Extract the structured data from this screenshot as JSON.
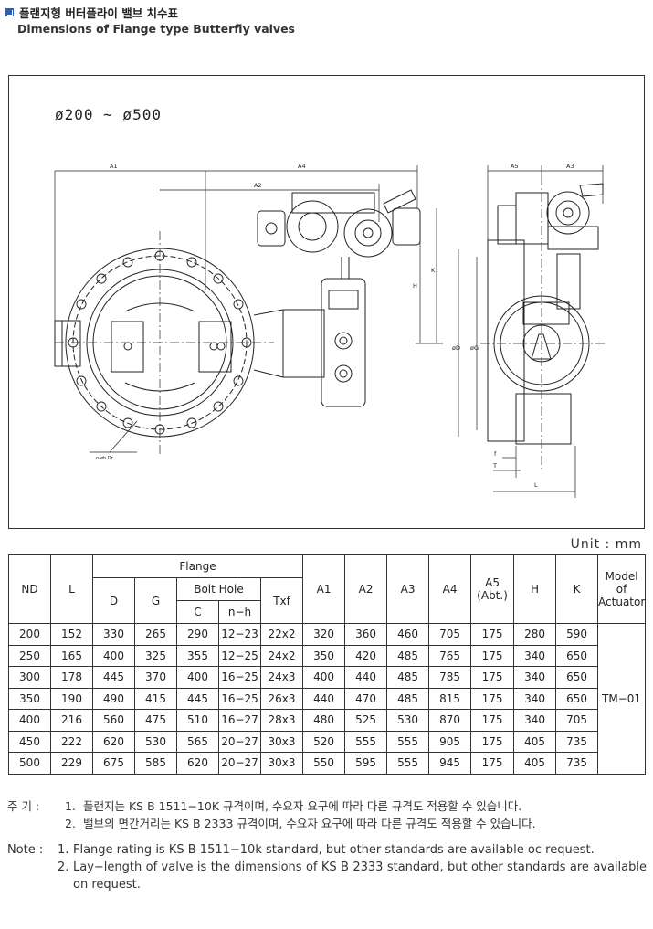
{
  "header": {
    "title_ko": "플랜지형 버터플라이 밸브 치수표",
    "title_en": "Dimensions of Flange type Butterfly valves"
  },
  "drawing": {
    "range_label": "ø200 ~ ø500",
    "dim_labels": {
      "a1": "A1",
      "a2": "A2",
      "a4": "A4",
      "a5": "A5",
      "a3": "A3",
      "h": "H",
      "k": "K",
      "d": "øD",
      "g": "øG",
      "f": "f",
      "t": "T",
      "l": "L",
      "bolt": "n-øh Dr."
    }
  },
  "unit": "Unit : mm",
  "table": {
    "headers": {
      "nd": "ND",
      "l": "L",
      "flange": "Flange",
      "d": "D",
      "g": "G",
      "bolt_hole": "Bolt Hole",
      "c": "C",
      "nh": "n−h",
      "txf": "Txf",
      "a1": "A1",
      "a2": "A2",
      "a3": "A3",
      "a4": "A4",
      "a5": "A5",
      "a5_sub": "(Abt.)",
      "h": "H",
      "k": "K",
      "model_1": "Model",
      "model_2": "of",
      "model_3": "Actuator"
    },
    "rows": [
      [
        "200",
        "152",
        "330",
        "265",
        "290",
        "12−23",
        "22x2",
        "320",
        "360",
        "460",
        "705",
        "175",
        "280",
        "590"
      ],
      [
        "250",
        "165",
        "400",
        "325",
        "355",
        "12−25",
        "24x2",
        "350",
        "420",
        "485",
        "765",
        "175",
        "340",
        "650"
      ],
      [
        "300",
        "178",
        "445",
        "370",
        "400",
        "16−25",
        "24x3",
        "400",
        "440",
        "485",
        "785",
        "175",
        "340",
        "650"
      ],
      [
        "350",
        "190",
        "490",
        "415",
        "445",
        "16−25",
        "26x3",
        "440",
        "470",
        "485",
        "815",
        "175",
        "340",
        "650"
      ],
      [
        "400",
        "216",
        "560",
        "475",
        "510",
        "16−27",
        "28x3",
        "480",
        "525",
        "530",
        "870",
        "175",
        "340",
        "705"
      ],
      [
        "450",
        "222",
        "620",
        "530",
        "565",
        "20−27",
        "30x3",
        "520",
        "555",
        "555",
        "905",
        "175",
        "405",
        "735"
      ],
      [
        "500",
        "229",
        "675",
        "585",
        "620",
        "20−27",
        "30x3",
        "550",
        "595",
        "555",
        "945",
        "175",
        "405",
        "735"
      ]
    ],
    "actuator": "TM−01"
  },
  "notes_ko": {
    "label": "주  기 :",
    "items": [
      {
        "num": "1.",
        "text": "플랜지는 KS B 1511−10K 규격이며, 수요자 요구에 따라  다른 규격도 적용할 수 있습니다."
      },
      {
        "num": "2.",
        "text": "밸브의 면간거리는 KS B 2333 규격이며, 수요자 요구에 따라 다른 규격도 적용할 수 있습니다."
      }
    ]
  },
  "notes_en": {
    "label": "Note :",
    "items": [
      {
        "num": "1.",
        "text": "Flange rating is KS B 1511−10k standard, but other standards are available oc request."
      },
      {
        "num": "2.",
        "text": "Lay−length of valve is the dimensions of KS B 2333 standard, but other standards are available on request."
      }
    ]
  }
}
